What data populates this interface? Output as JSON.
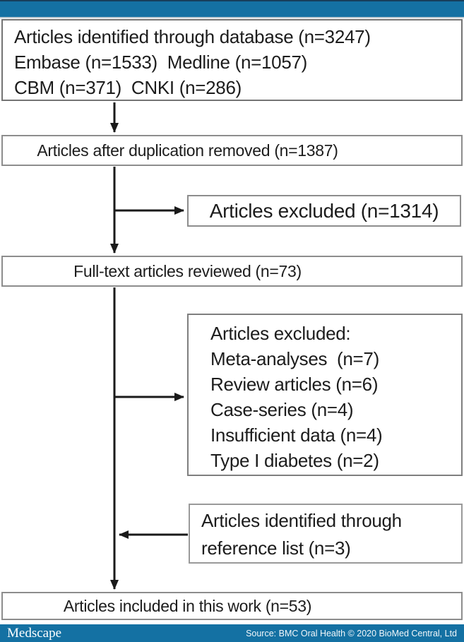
{
  "diagram": {
    "identified": {
      "lines": [
        "Articles identified through database (n=3247)",
        "Embase (n=1533)  Medline (n=1057)",
        "CBM (n=371)  CNKI (n=286)"
      ]
    },
    "deduplicated": {
      "label": "Articles after duplication removed (n=1387)"
    },
    "excluded_screening": {
      "label": "Articles excluded (n=1314)"
    },
    "fulltext": {
      "label": "Full-text articles reviewed (n=73)"
    },
    "excluded_fulltext": {
      "lines": [
        "Articles excluded:",
        "Meta-analyses  (n=7)",
        "Review articles (n=6)",
        "Case-series (n=4)",
        "Insufficient data (n=4)",
        "Type I diabetes (n=2)"
      ]
    },
    "reference_list": {
      "lines": [
        "Articles identified through",
        "reference list (n=3)"
      ]
    },
    "included": {
      "label": "Articles included in this work (n=53)"
    }
  },
  "footer": {
    "brand": "Medscape",
    "source": "Source: BMC Oral Health © 2020 BioMed Central, Ltd"
  },
  "colors": {
    "bar_blue": "#1471a3",
    "box_border_gray": "#8d8d8d",
    "arrow_black": "#1a1a1a"
  }
}
